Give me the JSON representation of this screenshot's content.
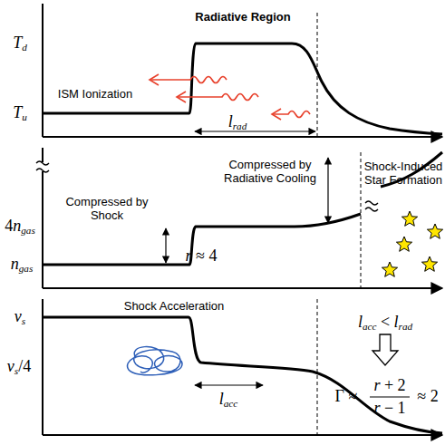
{
  "diagram": {
    "labels": [
      "Td",
      "Tu",
      "Radiative Region",
      "ISM Ionization",
      "lrad",
      "4ngas",
      "ngas",
      "Compressed by Radiative Cooling",
      "Compressed by Shock",
      "r ≈ 4",
      "Shock-Induced Star Formation",
      "vs",
      "vs/4",
      "Shock Acceleration",
      "lacc",
      "lacc < lrad",
      "Γ ≈",
      "r + 2",
      "r − 1",
      "≈ 2"
    ]
  }
}
